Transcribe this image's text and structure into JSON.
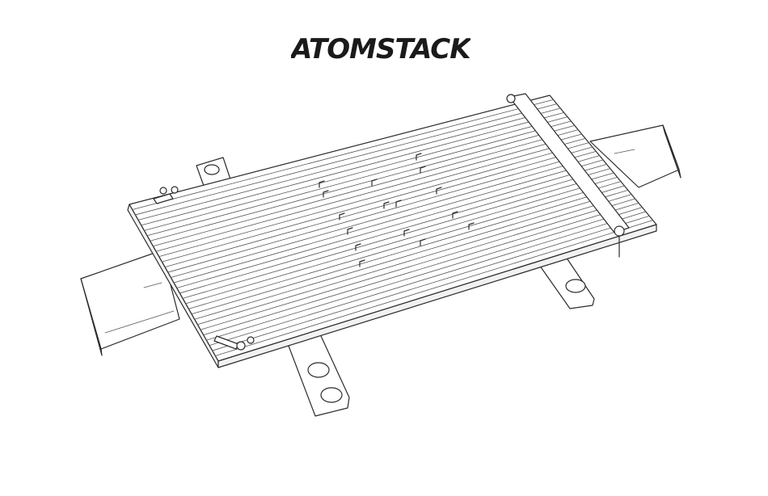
{
  "brand": {
    "name": "ATOMSTACK",
    "prefix": "A",
    "accent_glyph": "T",
    "swirl_letter": "O",
    "suffix": "MSTACK",
    "color": "#1a1a1a"
  },
  "illustration": {
    "subject": "honeycomb-panel-icon",
    "line_color": "#2b2b2b",
    "background": "#ffffff"
  }
}
